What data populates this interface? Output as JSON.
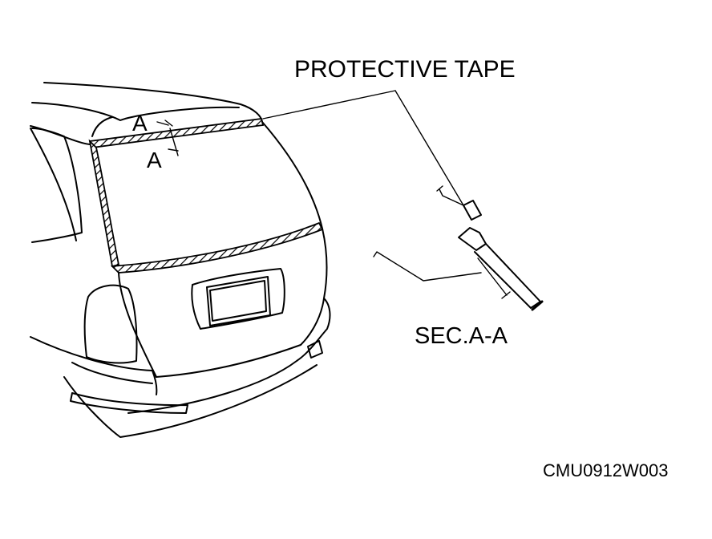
{
  "labels": {
    "protective_tape": "PROTECTIVE TAPE",
    "section_mark_upper": "A",
    "section_mark_lower": "A",
    "section_title": "SEC.A-A",
    "figure_code": "CMU0912W003"
  },
  "colors": {
    "line": "#000000",
    "background": "#ffffff"
  }
}
